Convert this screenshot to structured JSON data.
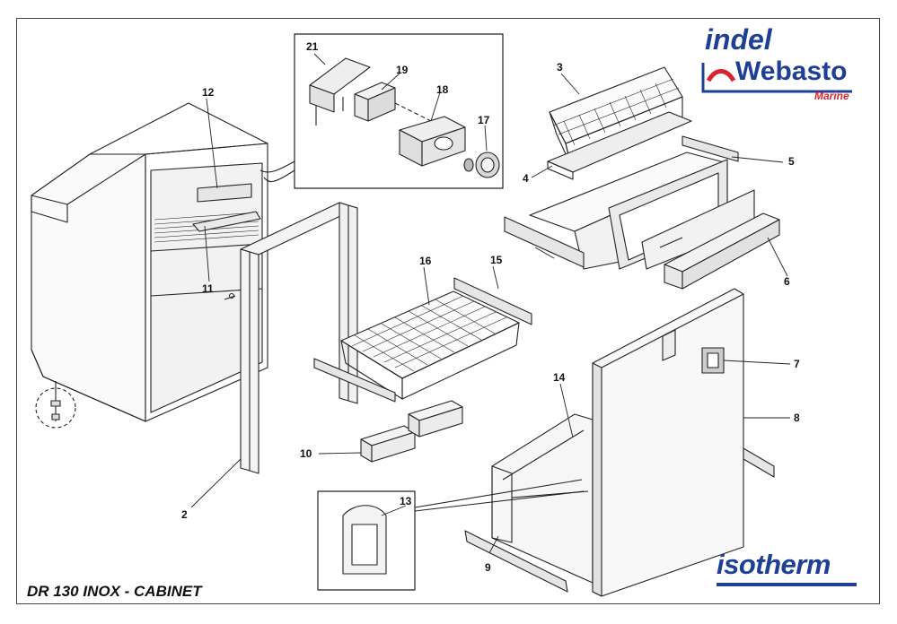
{
  "title": "DR 130 INOX - CABINET",
  "logos": {
    "brand_top_line1": "indel",
    "brand_top_line2": "Webasto",
    "brand_top_sub": "Marine",
    "brand_bottom": "isotherm"
  },
  "colors": {
    "brand_blue": "#1d3f95",
    "brand_red": "#d6262d",
    "line": "#222222"
  },
  "callouts": {
    "c2": "2",
    "c3": "3",
    "c4": "4",
    "c5": "5",
    "c6": "6",
    "c7": "7",
    "c8": "8",
    "c9": "9",
    "c10": "10",
    "c11": "11",
    "c12": "12",
    "c13": "13",
    "c14": "14",
    "c15": "15",
    "c16": "16",
    "c17": "17",
    "c18": "18",
    "c19": "19",
    "c21": "21"
  }
}
